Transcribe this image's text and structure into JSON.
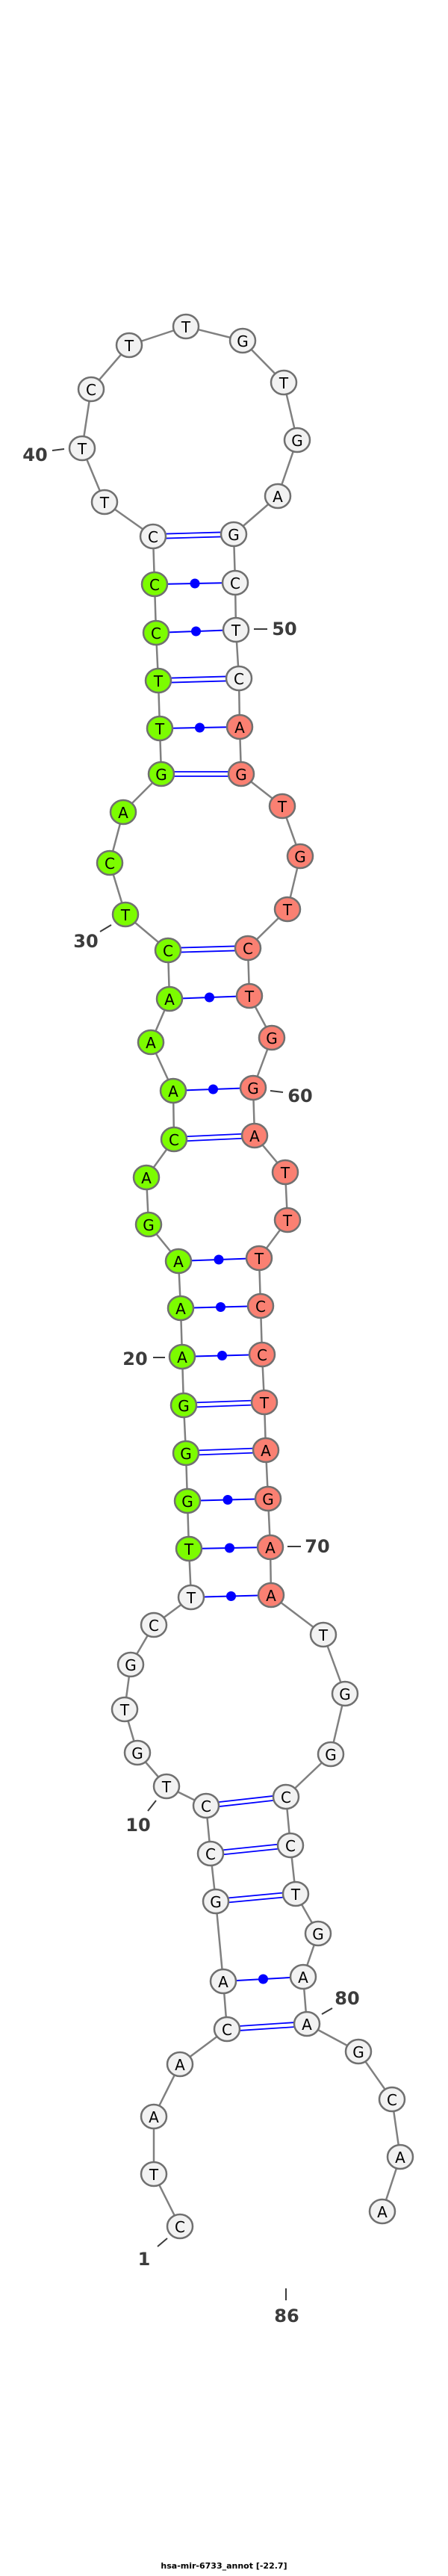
{
  "title": "hsa-mir-6733_annot [-22.7]",
  "sequence": "CTAACAGCCTGTGCTTGGGAAAGACAAACTCAGTTCCCTTCTTGTGAGCTCAGTGTCTGGATTTCCTAGAATGGCCTGAAGCAA",
  "colors": {
    "default_fill": "#f2f2f2",
    "mature_5p_fill": "#7cfc00",
    "mature_3p_fill": "#fa8072",
    "outline": "#707070",
    "backbone": "#808080",
    "pair": "#0000ff",
    "label": "#3c3c3c"
  },
  "mature_5p_range": [
    16,
    37
  ],
  "mature_3p_range": [
    52,
    71
  ],
  "pairs": [
    {
      "i": 5,
      "j": 80,
      "type": "GC"
    },
    {
      "i": 6,
      "j": 79,
      "type": "AT"
    },
    {
      "i": 7,
      "j": 77,
      "type": "GC"
    },
    {
      "i": 8,
      "j": 76,
      "type": "GC"
    },
    {
      "i": 9,
      "j": 75,
      "type": "GC"
    },
    {
      "i": 15,
      "j": 71,
      "type": "GT"
    },
    {
      "i": 16,
      "j": 70,
      "type": "AT"
    },
    {
      "i": 17,
      "j": 69,
      "type": "GT"
    },
    {
      "i": 18,
      "j": 68,
      "type": "GC"
    },
    {
      "i": 19,
      "j": 67,
      "type": "GC"
    },
    {
      "i": 20,
      "j": 66,
      "type": "AT"
    },
    {
      "i": 21,
      "j": 65,
      "type": "AT"
    },
    {
      "i": 22,
      "j": 64,
      "type": "AT"
    },
    {
      "i": 25,
      "j": 61,
      "type": "GC"
    },
    {
      "i": 26,
      "j": 60,
      "type": "AT"
    },
    {
      "i": 28,
      "j": 58,
      "type": "AT"
    },
    {
      "i": 29,
      "j": 57,
      "type": "GC"
    },
    {
      "i": 33,
      "j": 53,
      "type": "GC"
    },
    {
      "i": 34,
      "j": 52,
      "type": "AT"
    },
    {
      "i": 35,
      "j": 51,
      "type": "GC"
    },
    {
      "i": 36,
      "j": 50,
      "type": "GT"
    },
    {
      "i": 37,
      "j": 49,
      "type": "AT"
    },
    {
      "i": 38,
      "j": 48,
      "type": "GC"
    }
  ],
  "position_labels": [
    "1",
    "10",
    "20",
    "30",
    "40",
    "50",
    "60",
    "70",
    "80",
    "86"
  ]
}
